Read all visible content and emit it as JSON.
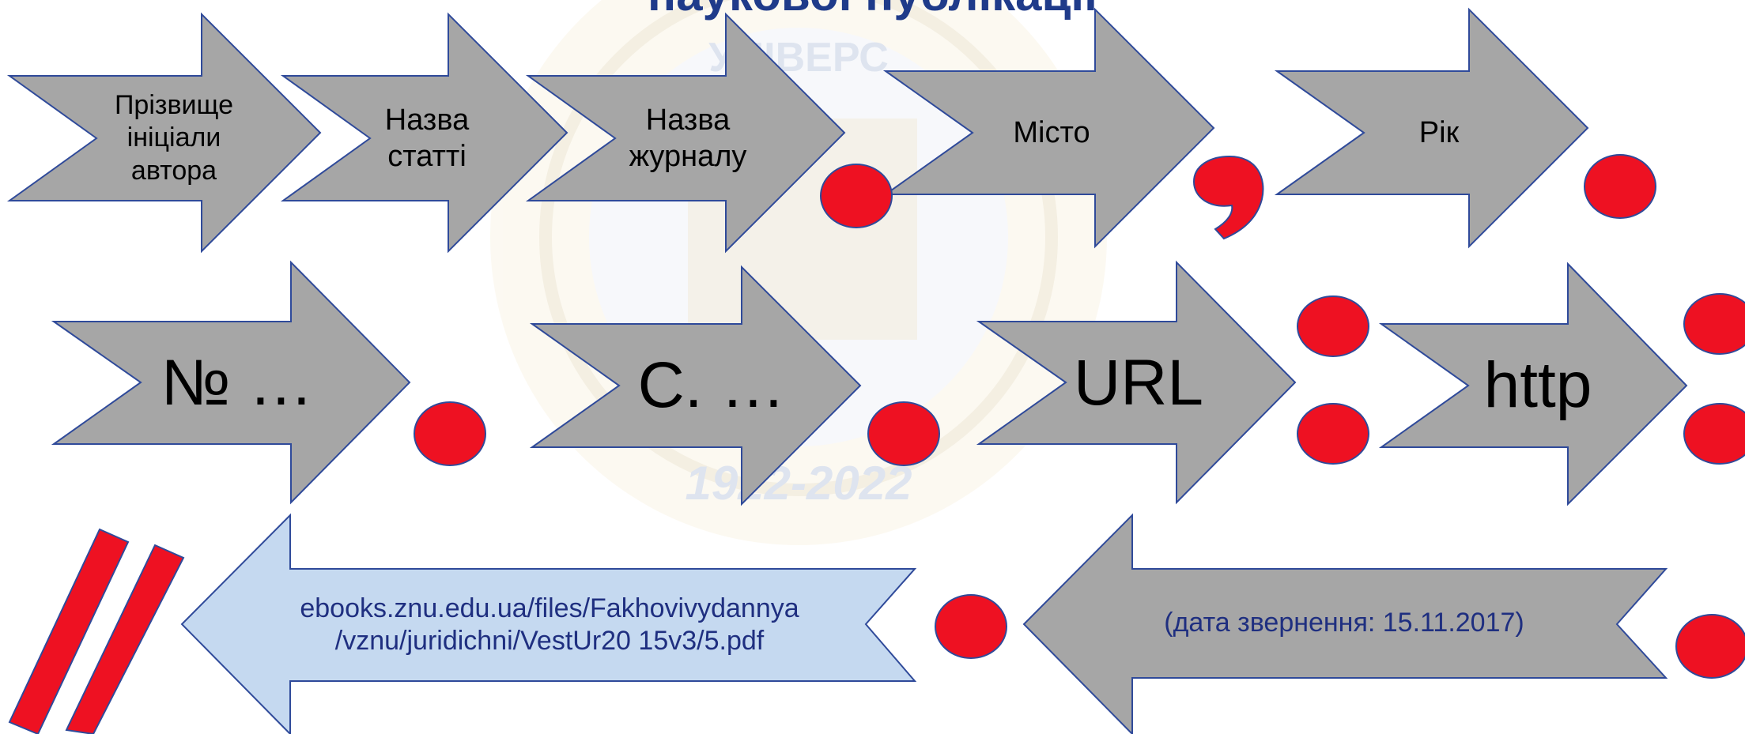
{
  "slide": {
    "title": "наукової публікації",
    "watermark_year": "1922-2022",
    "watermark_arc": "УНІВЕРС"
  },
  "row1": {
    "arrow1": {
      "line1": "Прізвище",
      "line2": "ініціали",
      "line3": "автора"
    },
    "arrow2": {
      "line1": "Назва",
      "line2": "статті"
    },
    "arrow3": {
      "line1": "Назва",
      "line2": "журналу"
    },
    "arrow4": {
      "label": "Місто"
    },
    "arrow5": {
      "label": "Рік"
    }
  },
  "row2": {
    "arrow1": {
      "label": "№ …"
    },
    "arrow2": {
      "label": "С. …"
    },
    "arrow3": {
      "label": "URL"
    },
    "arrow4": {
      "label": "http"
    }
  },
  "row3": {
    "url_arrow": {
      "line1": "ebooks.znu.edu.ua/files/Fakhovivydannya",
      "line2": "/vznu/juridichni/VestUr20 15v3/5.pdf"
    },
    "date_arrow": {
      "label": "(дата звернення: 15.11.2017)"
    }
  },
  "colors": {
    "arrow_fill": "#a6a6a6",
    "arrow_stroke": "#2f4a9a",
    "url_arrow_fill": "#c5d9f0",
    "punct_red": "#ee1122",
    "title_blue": "#1f3b8a"
  }
}
